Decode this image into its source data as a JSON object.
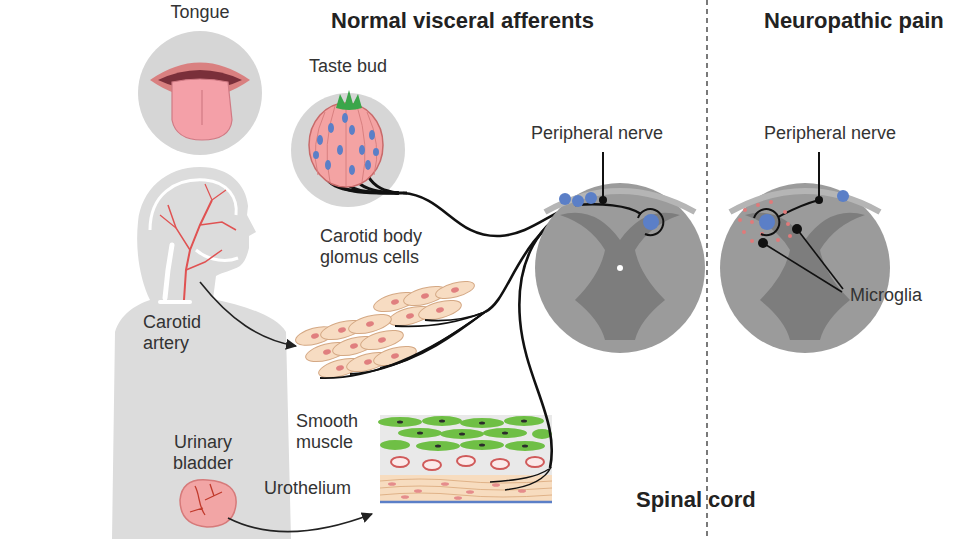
{
  "diagram": {
    "nodes": [
      {
        "text": [
          "Tongue"
        ]
      },
      {
        "text": [
          "Taste bud"
        ]
      }
    ],
    "labels": [
      "Normal visceral afferents",
      "Neuropathic pain",
      "Peripheral nerve",
      "Carotid body glomus cells",
      "Peripheral nerve",
      "Microglia",
      "Carotid artery",
      "Smooth muscle",
      "Urinary bladder",
      "Urothelium",
      "Spinal cord"
    ]
  }
}
